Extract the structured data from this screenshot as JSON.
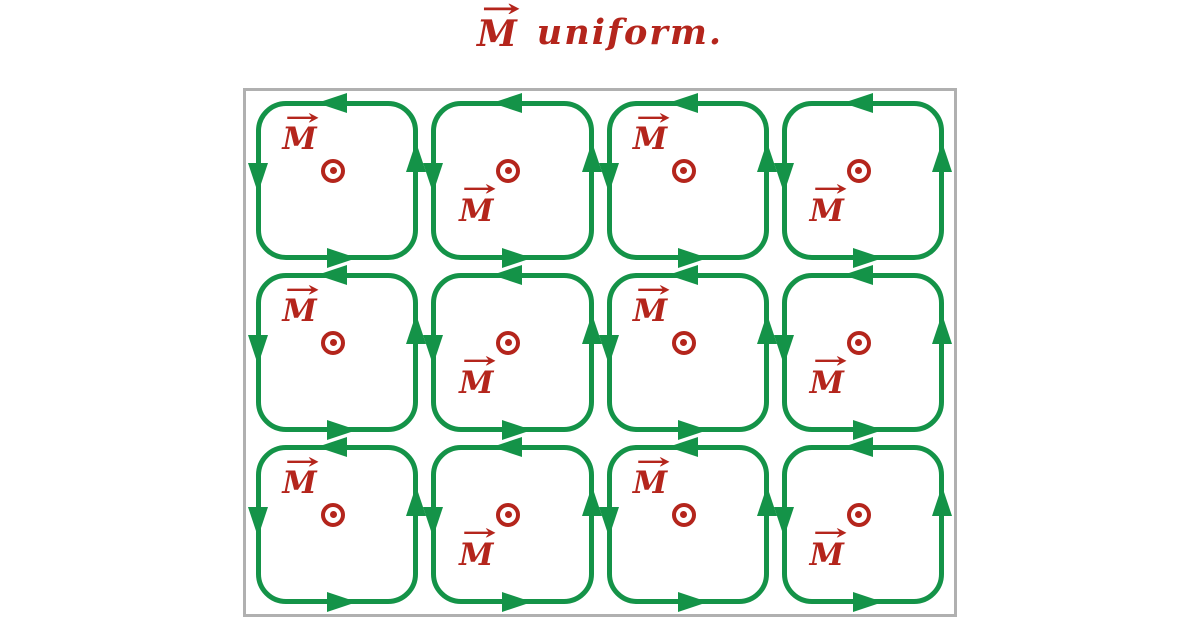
{
  "title": {
    "vector_symbol": "M",
    "text": "uniform."
  },
  "glyphs": {
    "vector_arrow": "→"
  },
  "colors": {
    "loop_green": "#149348",
    "label_red": "#b4251c",
    "frame_gray": "#b0b0b0",
    "background": "#ffffff"
  },
  "diagram": {
    "rows": 3,
    "columns": 4,
    "circulation": "counterclockwise",
    "cells": [
      {
        "row": 1,
        "col": 1,
        "label": "M",
        "label_position": "top-left",
        "out_of_page_dot": true
      },
      {
        "row": 1,
        "col": 2,
        "label": "M",
        "label_position": "bottom-left",
        "out_of_page_dot": true
      },
      {
        "row": 1,
        "col": 3,
        "label": "M",
        "label_position": "top-left",
        "out_of_page_dot": true
      },
      {
        "row": 1,
        "col": 4,
        "label": "M",
        "label_position": "bottom-left",
        "out_of_page_dot": true
      },
      {
        "row": 2,
        "col": 1,
        "label": "M",
        "label_position": "top-left",
        "out_of_page_dot": true
      },
      {
        "row": 2,
        "col": 2,
        "label": "M",
        "label_position": "bottom-left",
        "out_of_page_dot": true
      },
      {
        "row": 2,
        "col": 3,
        "label": "M",
        "label_position": "top-left",
        "out_of_page_dot": true
      },
      {
        "row": 2,
        "col": 4,
        "label": "M",
        "label_position": "bottom-left",
        "out_of_page_dot": true
      },
      {
        "row": 3,
        "col": 1,
        "label": "M",
        "label_position": "top-left",
        "out_of_page_dot": true
      },
      {
        "row": 3,
        "col": 2,
        "label": "M",
        "label_position": "bottom-left",
        "out_of_page_dot": true
      },
      {
        "row": 3,
        "col": 3,
        "label": "M",
        "label_position": "top-left",
        "out_of_page_dot": true
      },
      {
        "row": 3,
        "col": 4,
        "label": "M",
        "label_position": "bottom-left",
        "out_of_page_dot": true
      }
    ]
  }
}
